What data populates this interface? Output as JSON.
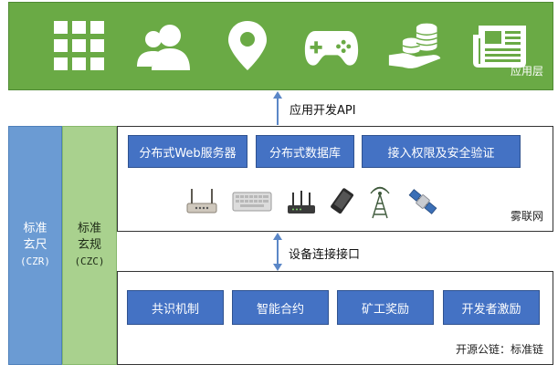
{
  "app_layer": {
    "label": "应用层",
    "icons": [
      "grid-icon",
      "users-icon",
      "location-pin-icon",
      "gamepad-icon",
      "coins-hand-icon",
      "newspaper-icon"
    ]
  },
  "connectors": {
    "app_api": "应用开发API",
    "device_interface": "设备连接接口"
  },
  "side_columns": {
    "czr": {
      "line1": "标准",
      "line2": "玄尺",
      "code": "(CZR)"
    },
    "czc": {
      "line1": "标准",
      "line2": "玄规",
      "code": "(CZC)"
    }
  },
  "mist_layer": {
    "label": "雾联网",
    "services": [
      "分布式Web服务器",
      "分布式数据库",
      "接入权限及安全验证"
    ],
    "devices": [
      "antenna-device-icon",
      "keyboard-device-icon",
      "router-device-icon",
      "phone-device-icon",
      "radio-tower-icon",
      "satellite-icon"
    ]
  },
  "chain_layer": {
    "label": "开源公链：标准链",
    "modules": [
      "共识机制",
      "智能合约",
      "矿工奖励",
      "开发者激励"
    ]
  },
  "colors": {
    "app_green": "#6aaa45",
    "czr_blue": "#6b9bd3",
    "czc_green": "#a9d18e",
    "box_blue": "#4472c4",
    "arrow_blue": "#5b87c7"
  }
}
